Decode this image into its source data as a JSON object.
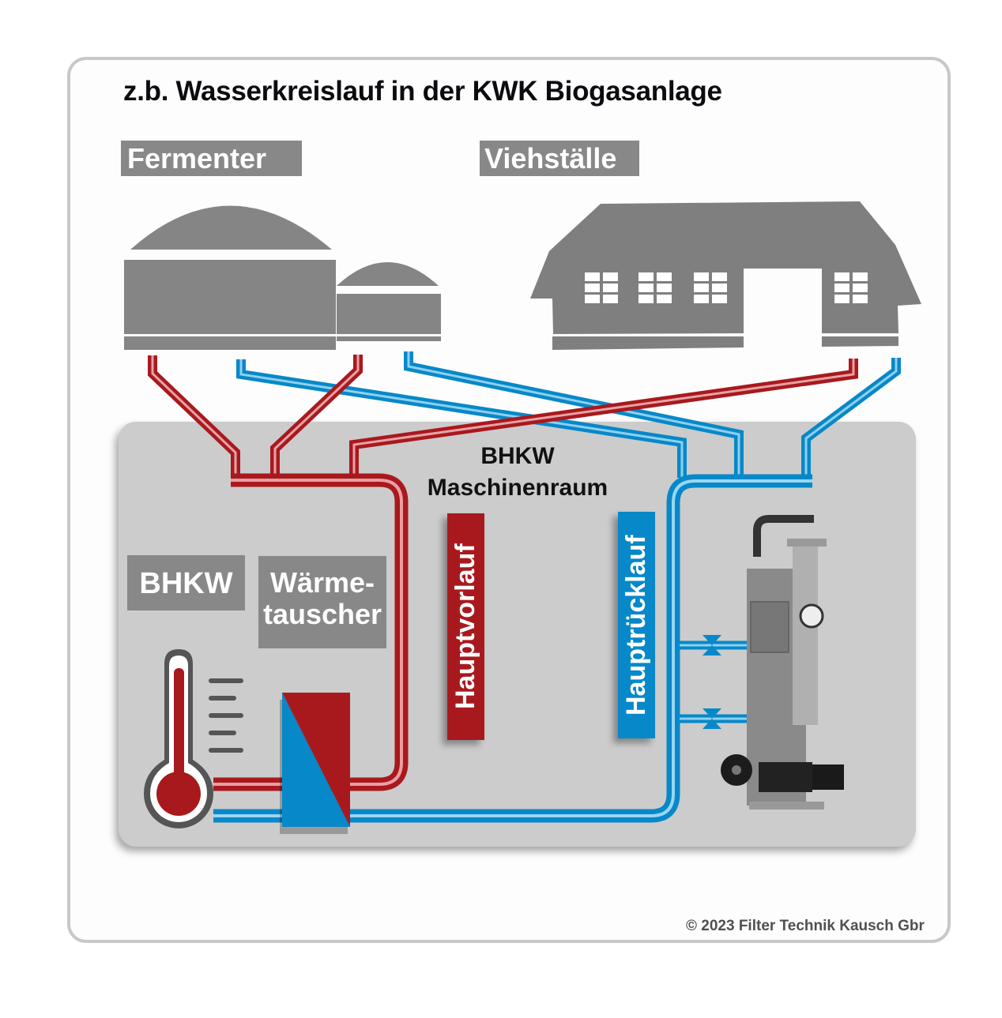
{
  "title": "z.b. Wasserkreislauf in der KWK Biogasanlage",
  "buildings": {
    "fermenter_label": "Fermenter",
    "stables_label": "Viehställe"
  },
  "machine_room": {
    "title_line1": "BHKW",
    "title_line2": "Maschinenraum",
    "bhkw_label": "BHKW",
    "heat_exchanger_label_line1": "Wärme-",
    "heat_exchanger_label_line2": "tauscher",
    "supply_label": "Hauptvorlauf",
    "return_label": "Hauptrücklauf"
  },
  "colors": {
    "supply_hot": "#a8191e",
    "return_cold": "#0788c8",
    "label_gray": "#888888",
    "building_gray": "#7f7f7f",
    "room_gray": "#cccccc"
  },
  "icons": [
    "fermenter-icon",
    "barn-icon",
    "thermometer-icon",
    "heat-exchanger-icon",
    "valve-icon",
    "filter-unit-icon"
  ],
  "footer": {
    "copyright": "© 2023 Filter Technik Kausch Gbr"
  }
}
